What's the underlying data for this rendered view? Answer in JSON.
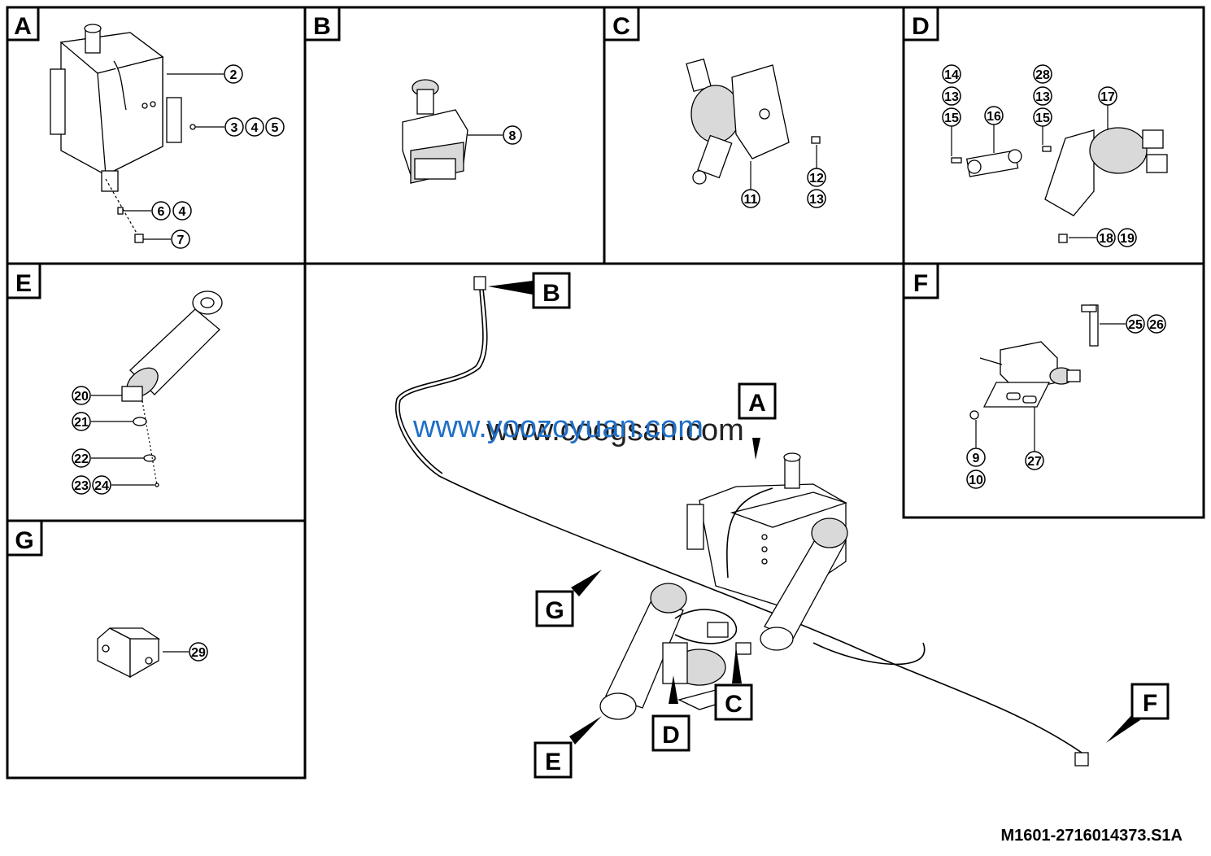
{
  "panels": {
    "A": {
      "letter": "A",
      "callouts": [
        "2",
        "3",
        "4",
        "5",
        "6",
        "4",
        "7"
      ]
    },
    "B": {
      "letter": "B",
      "callouts": [
        "8"
      ]
    },
    "C": {
      "letter": "C",
      "callouts": [
        "11",
        "12",
        "13"
      ]
    },
    "D": {
      "letter": "D",
      "callouts": [
        "14",
        "13",
        "15",
        "16",
        "28",
        "13",
        "15",
        "17",
        "18",
        "19"
      ]
    },
    "E": {
      "letter": "E",
      "callouts": [
        "20",
        "21",
        "22",
        "23",
        "24"
      ]
    },
    "F": {
      "letter": "F",
      "callouts": [
        "25",
        "26",
        "9",
        "10",
        "27"
      ]
    },
    "G": {
      "letter": "G",
      "callouts": [
        "29"
      ]
    }
  },
  "main_labels": [
    "B",
    "A",
    "G",
    "C",
    "D",
    "E",
    "F"
  ],
  "watermark": {
    "blue": "www.yoozoyuan.com",
    "black": "www.coogsan.com"
  },
  "footer": {
    "code": "M1601-2716014373.S1A"
  }
}
